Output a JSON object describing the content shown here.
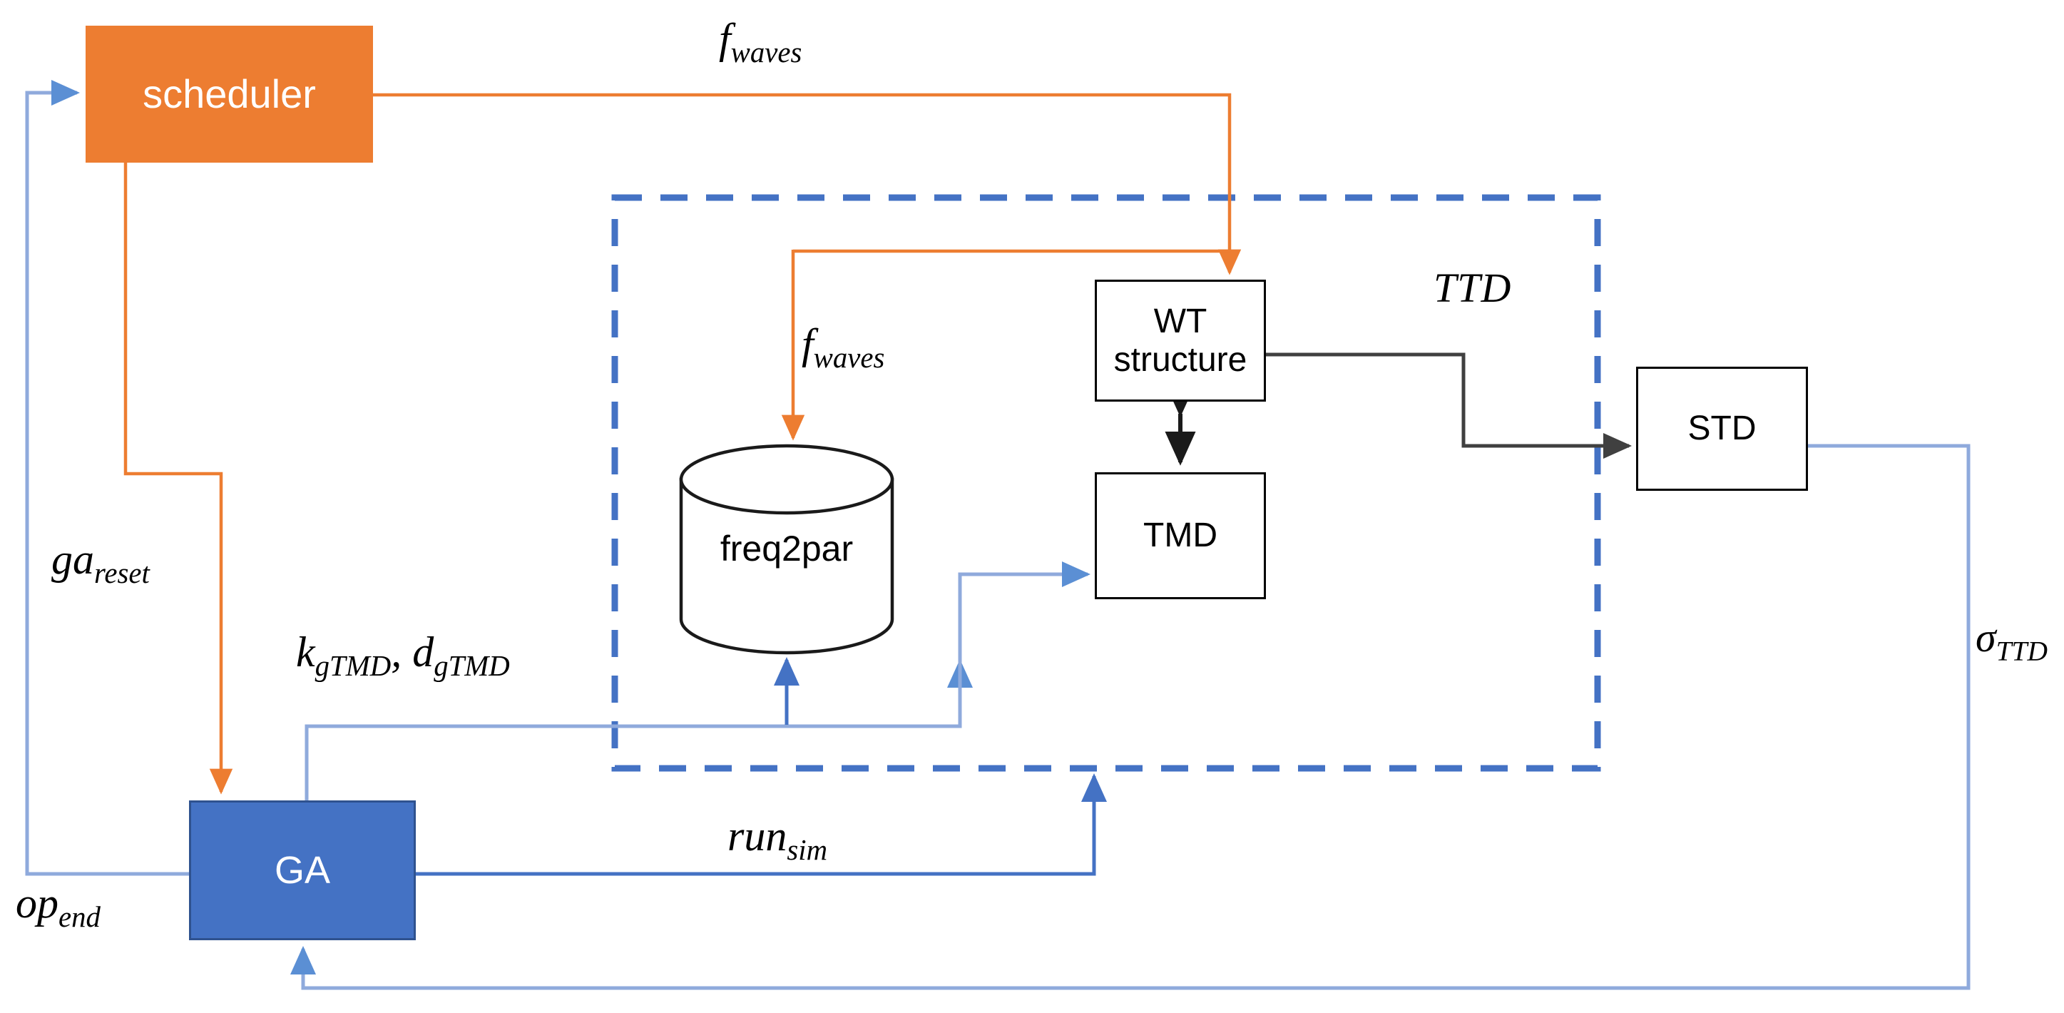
{
  "diagram": {
    "title": "Co-simulation optimization loop block diagram",
    "colors": {
      "orange": "#ED7D31",
      "blue": "#4472C4",
      "blue_dark": "#2F528F",
      "blue_light": "#8FAADC",
      "black": "#000000",
      "gray": "#595959",
      "white": "#FFFFFF"
    },
    "nodes": {
      "scheduler": {
        "label": "scheduler",
        "shape": "rectangle",
        "fill": "#ED7D31",
        "text_color": "#FFFFFF"
      },
      "ga": {
        "label": "GA",
        "shape": "rectangle",
        "fill": "#4472C4",
        "text_color": "#FFFFFF"
      },
      "freq2par": {
        "label": "freq2par",
        "shape": "cylinder",
        "fill": "#FFFFFF",
        "text_color": "#000000"
      },
      "wt_structure": {
        "label_line1": "WT",
        "label_line2": "structure",
        "shape": "rectangle",
        "fill": "#FFFFFF",
        "text_color": "#000000"
      },
      "tmd": {
        "label": "TMD",
        "shape": "rectangle",
        "fill": "#FFFFFF",
        "text_color": "#000000"
      },
      "std": {
        "label": "STD",
        "shape": "rectangle",
        "fill": "#FFFFFF",
        "text_color": "#000000"
      }
    },
    "group_box": {
      "label": "",
      "style": "dashed",
      "color": "#4472C4"
    },
    "edge_labels": {
      "f_waves_top": {
        "base": "f",
        "sub": "waves"
      },
      "f_waves_mid": {
        "base": "f",
        "sub": "waves"
      },
      "ga_reset": {
        "base": "ga",
        "sub": "reset"
      },
      "k_d_gtmd": {
        "base": "k",
        "sub": "gTMD",
        "base2": ", d",
        "sub2": "gTMD"
      },
      "run_sim": {
        "base": "run",
        "sub": "sim"
      },
      "op_end": {
        "base": "op",
        "sub": "end"
      },
      "ttd": {
        "base": "TTD",
        "sub": ""
      },
      "sigma_ttd": {
        "base": "σ",
        "sub": "TTD"
      }
    },
    "edges": [
      {
        "name": "scheduler-to-wt-structure",
        "label": "f_waves",
        "color": "#ED7D31"
      },
      {
        "name": "scheduler-to-freq2par",
        "label": "f_waves",
        "color": "#ED7D31"
      },
      {
        "name": "scheduler-to-ga",
        "label": "ga_reset",
        "color": "#ED7D31"
      },
      {
        "name": "ga-to-freq2par",
        "label": "k_gTMD, d_gTMD",
        "color": "#4472C4"
      },
      {
        "name": "freq2par-to-tmd",
        "label": "",
        "color": "#4472C4"
      },
      {
        "name": "wt-structure-to-tmd",
        "label": "",
        "color": "#000000"
      },
      {
        "name": "wt-structure-to-std",
        "label": "TTD",
        "color": "#000000"
      },
      {
        "name": "ga-to-simulation",
        "label": "run_sim",
        "color": "#4472C4"
      },
      {
        "name": "std-to-ga",
        "label": "sigma_TTD",
        "color": "#4472C4"
      },
      {
        "name": "ga-to-scheduler",
        "label": "op_end",
        "color": "#4472C4"
      }
    ]
  }
}
